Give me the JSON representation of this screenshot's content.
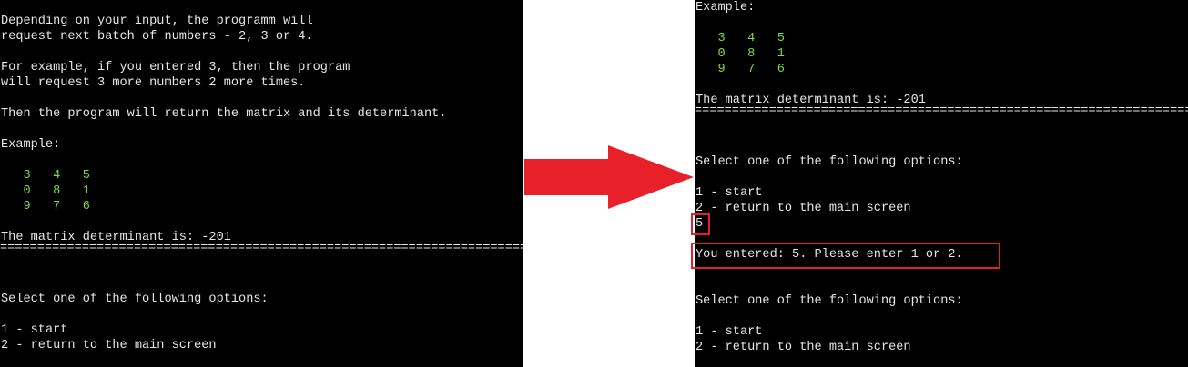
{
  "left": {
    "intro": [
      "Depending on your input, the programm will",
      "request next batch of numbers - 2, 3 or 4.",
      "For example, if you entered 3, then the program",
      "will request 3 more numbers 2 more times.",
      "Then the program will return the matrix and its determinant."
    ],
    "example_label": "Example:",
    "matrix": [
      "   3   4   5",
      "   0   8   1",
      "   9   7   6"
    ],
    "determinant": "The matrix determinant is: -201",
    "separator": "=================================================================================",
    "prompt": "Select one of the following options:",
    "options": [
      "1 - start",
      "2 - return to the main screen"
    ]
  },
  "right": {
    "example_label": "Example:",
    "matrix": [
      "   3   4   5",
      "   0   8   1",
      "   9   7   6"
    ],
    "determinant": "The matrix determinant is: -201",
    "separator": "=================================================================================",
    "prompt": "Select one of the following options:",
    "options": [
      "1 - start",
      "2 - return to the main screen"
    ],
    "user_input": "5",
    "error_message": "You entered: 5. Please enter 1 or 2.",
    "prompt_again": "Select one of the following options:",
    "options_again": [
      "1 - start",
      "2 - return to the main screen"
    ]
  },
  "colors": {
    "arrow": "#e8202a",
    "highlight": "#e0202a",
    "matrix_text": "#7cdc3c"
  }
}
